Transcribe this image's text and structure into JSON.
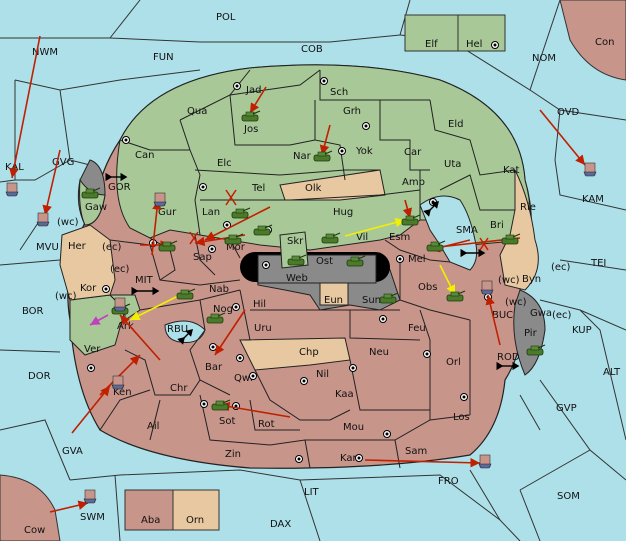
{
  "colors": {
    "sea": "#aee0ea",
    "green": "#a8c898",
    "red": "#c8958a",
    "tan": "#e8c8a0",
    "gray": "#8a8a8a",
    "black": "#000000",
    "order_red": "#c02000",
    "order_yellow": "#f0f000",
    "order_magenta": "#c040c0"
  },
  "sea_labels": {
    "pol": "POL",
    "nwm": "NWM",
    "fun": "FUN",
    "cob": "COB",
    "nom": "NOM",
    "con": "Con",
    "elf": "Elf",
    "hel": "Hel",
    "kal": "KAL",
    "gvg": "GVG",
    "ovd": "OVD",
    "kam": "KAM",
    "gor": "GOR",
    "mvu": "MVU",
    "wc1": "(wc)",
    "ec1": "(ec)",
    "ec2": "(ec)",
    "wc2": "(wc)",
    "mit": "MIT",
    "rbu": "RBU",
    "bor": "BOR",
    "dor": "DOR",
    "sma": "SMA",
    "tei": "TEI",
    "ec3": "(ec)",
    "wc3": "(wc)",
    "wc4": "(wc)",
    "ec4": "(ec)",
    "buc": "BUC",
    "kup": "KUP",
    "rod": "ROD",
    "alt": "ALT",
    "gvp": "GVP",
    "gva": "GVA",
    "fro": "FRO",
    "som": "SOM",
    "lit": "LIT",
    "swm": "SWM",
    "cow": "Cow",
    "dax": "DAX",
    "aba": "Aba",
    "orn": "Orn"
  },
  "land_labels": {
    "jad": "Jad",
    "sch": "Sch",
    "qua": "Qua",
    "jos": "Jos",
    "grh": "Grh",
    "eld": "Eld",
    "can": "Can",
    "nar": "Nar",
    "yok": "Yok",
    "car": "Car",
    "uta": "Uta",
    "kat": "Kat",
    "elc": "Elc",
    "tel": "Tel",
    "olk": "Olk",
    "amp": "Amp",
    "rie": "Rie",
    "gaw": "Gaw",
    "gur": "Gur",
    "lan": "Lan",
    "hug": "Hug",
    "bri": "Bri",
    "her": "Her",
    "sap": "Sap",
    "mor": "Mor",
    "skr": "Skr",
    "vil": "Vil",
    "esm": "Esm",
    "ost": "Ost",
    "mel": "Mel",
    "byn": "Byn",
    "web": "Web",
    "kor": "Kor",
    "nab": "Nab",
    "eun": "Eun",
    "sun": "Sun",
    "obs": "Obs",
    "gwa": "Gwa",
    "ark": "Ark",
    "hil": "Hil",
    "nog": "Nog",
    "uru": "Uru",
    "feu": "Feu",
    "pir": "Pir",
    "ver": "Ver",
    "chp": "Chp",
    "neu": "Neu",
    "orl": "Orl",
    "bar": "Bar",
    "qwi": "Qwi",
    "nil": "Nil",
    "chr": "Chr",
    "ken": "Ken",
    "kaa": "Kaa",
    "los": "Los",
    "ail": "Ail",
    "sot": "Sot",
    "rot": "Rot",
    "mou": "Mou",
    "sam": "Sam",
    "zin": "Zin",
    "kar": "Kar"
  },
  "units": {
    "armies": 20,
    "fleets": 9
  }
}
